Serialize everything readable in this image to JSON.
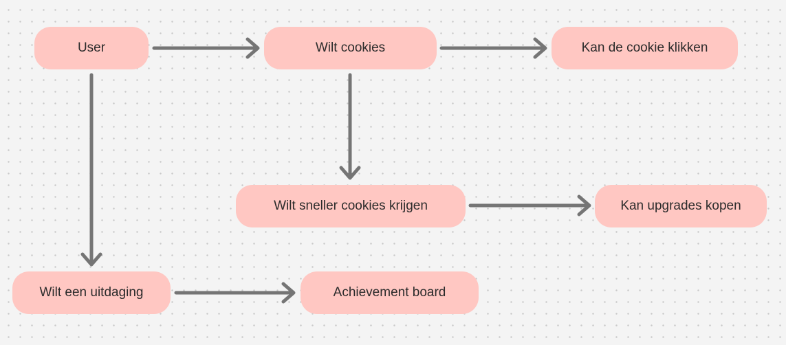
{
  "diagram": {
    "nodes": [
      {
        "id": "user",
        "label": "User"
      },
      {
        "id": "cookies",
        "label": "Wilt cookies"
      },
      {
        "id": "click",
        "label": "Kan de cookie klikken"
      },
      {
        "id": "faster",
        "label": "Wilt sneller cookies krijgen"
      },
      {
        "id": "upgrades",
        "label": "Kan upgrades kopen"
      },
      {
        "id": "challenge",
        "label": "Wilt een uitdaging"
      },
      {
        "id": "achievement",
        "label": "Achievement board"
      }
    ],
    "edges": [
      {
        "from": "user",
        "to": "cookies"
      },
      {
        "from": "cookies",
        "to": "click"
      },
      {
        "from": "cookies",
        "to": "faster"
      },
      {
        "from": "faster",
        "to": "upgrades"
      },
      {
        "from": "user",
        "to": "challenge"
      },
      {
        "from": "challenge",
        "to": "achievement"
      }
    ],
    "colors": {
      "node_fill": "#ffc7c2",
      "arrow": "#757575",
      "background": "#f4f4f4",
      "grid_dot": "#c9c9c9",
      "text": "#2b2b2b"
    }
  }
}
